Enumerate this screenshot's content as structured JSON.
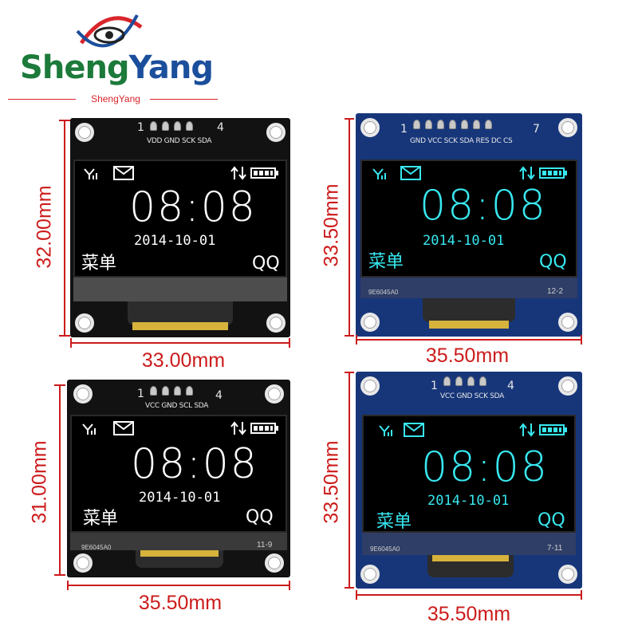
{
  "brand": {
    "name_part1": "Sheng",
    "name_part2": "Yang",
    "subtitle": "ShengYang",
    "logo_icon": "eye-swoosh-icon"
  },
  "colors": {
    "dimension_red": "#cc1b1b",
    "white_oled_text": "#ffffff",
    "cyan_oled_text": "#38e8f0",
    "black_board": "#121212",
    "blue_board": "#17367a"
  },
  "modules": [
    {
      "board_color": "black",
      "text_color": "white",
      "pin_numbers": [
        "1",
        "4"
      ],
      "pin_labels": "VDD GND SCK SDA",
      "pcb_code": "",
      "width_label": "33.00mm",
      "height_label": "32.00mm"
    },
    {
      "board_color": "blue",
      "text_color": "cyan",
      "pin_numbers": [
        "1",
        "7"
      ],
      "pin_labels": "GND VCC SCK SDA RES DC CS",
      "pcb_code": "12-2",
      "pcb_part": "9E6045A0",
      "width_label": "35.50mm",
      "height_label": "33.50mm"
    },
    {
      "board_color": "black",
      "text_color": "white",
      "pin_numbers": [
        "1",
        "4"
      ],
      "pin_labels": "VCC GND SCL SDA",
      "pcb_code": "11-9",
      "pcb_part": "9E6045A0",
      "width_label": "35.50mm",
      "height_label": "31.00mm"
    },
    {
      "board_color": "blue",
      "text_color": "cyan",
      "pin_numbers": [
        "1",
        "4"
      ],
      "pin_labels": "VCC GND SCK SDA",
      "pcb_code": "7-11",
      "pcb_part": "9E6045A0",
      "width_label": "35.50mm",
      "height_label": "33.50mm"
    }
  ],
  "screen": {
    "time": "08:08",
    "date": "2014-10-01",
    "menu": "菜单",
    "qq": "QQ"
  }
}
